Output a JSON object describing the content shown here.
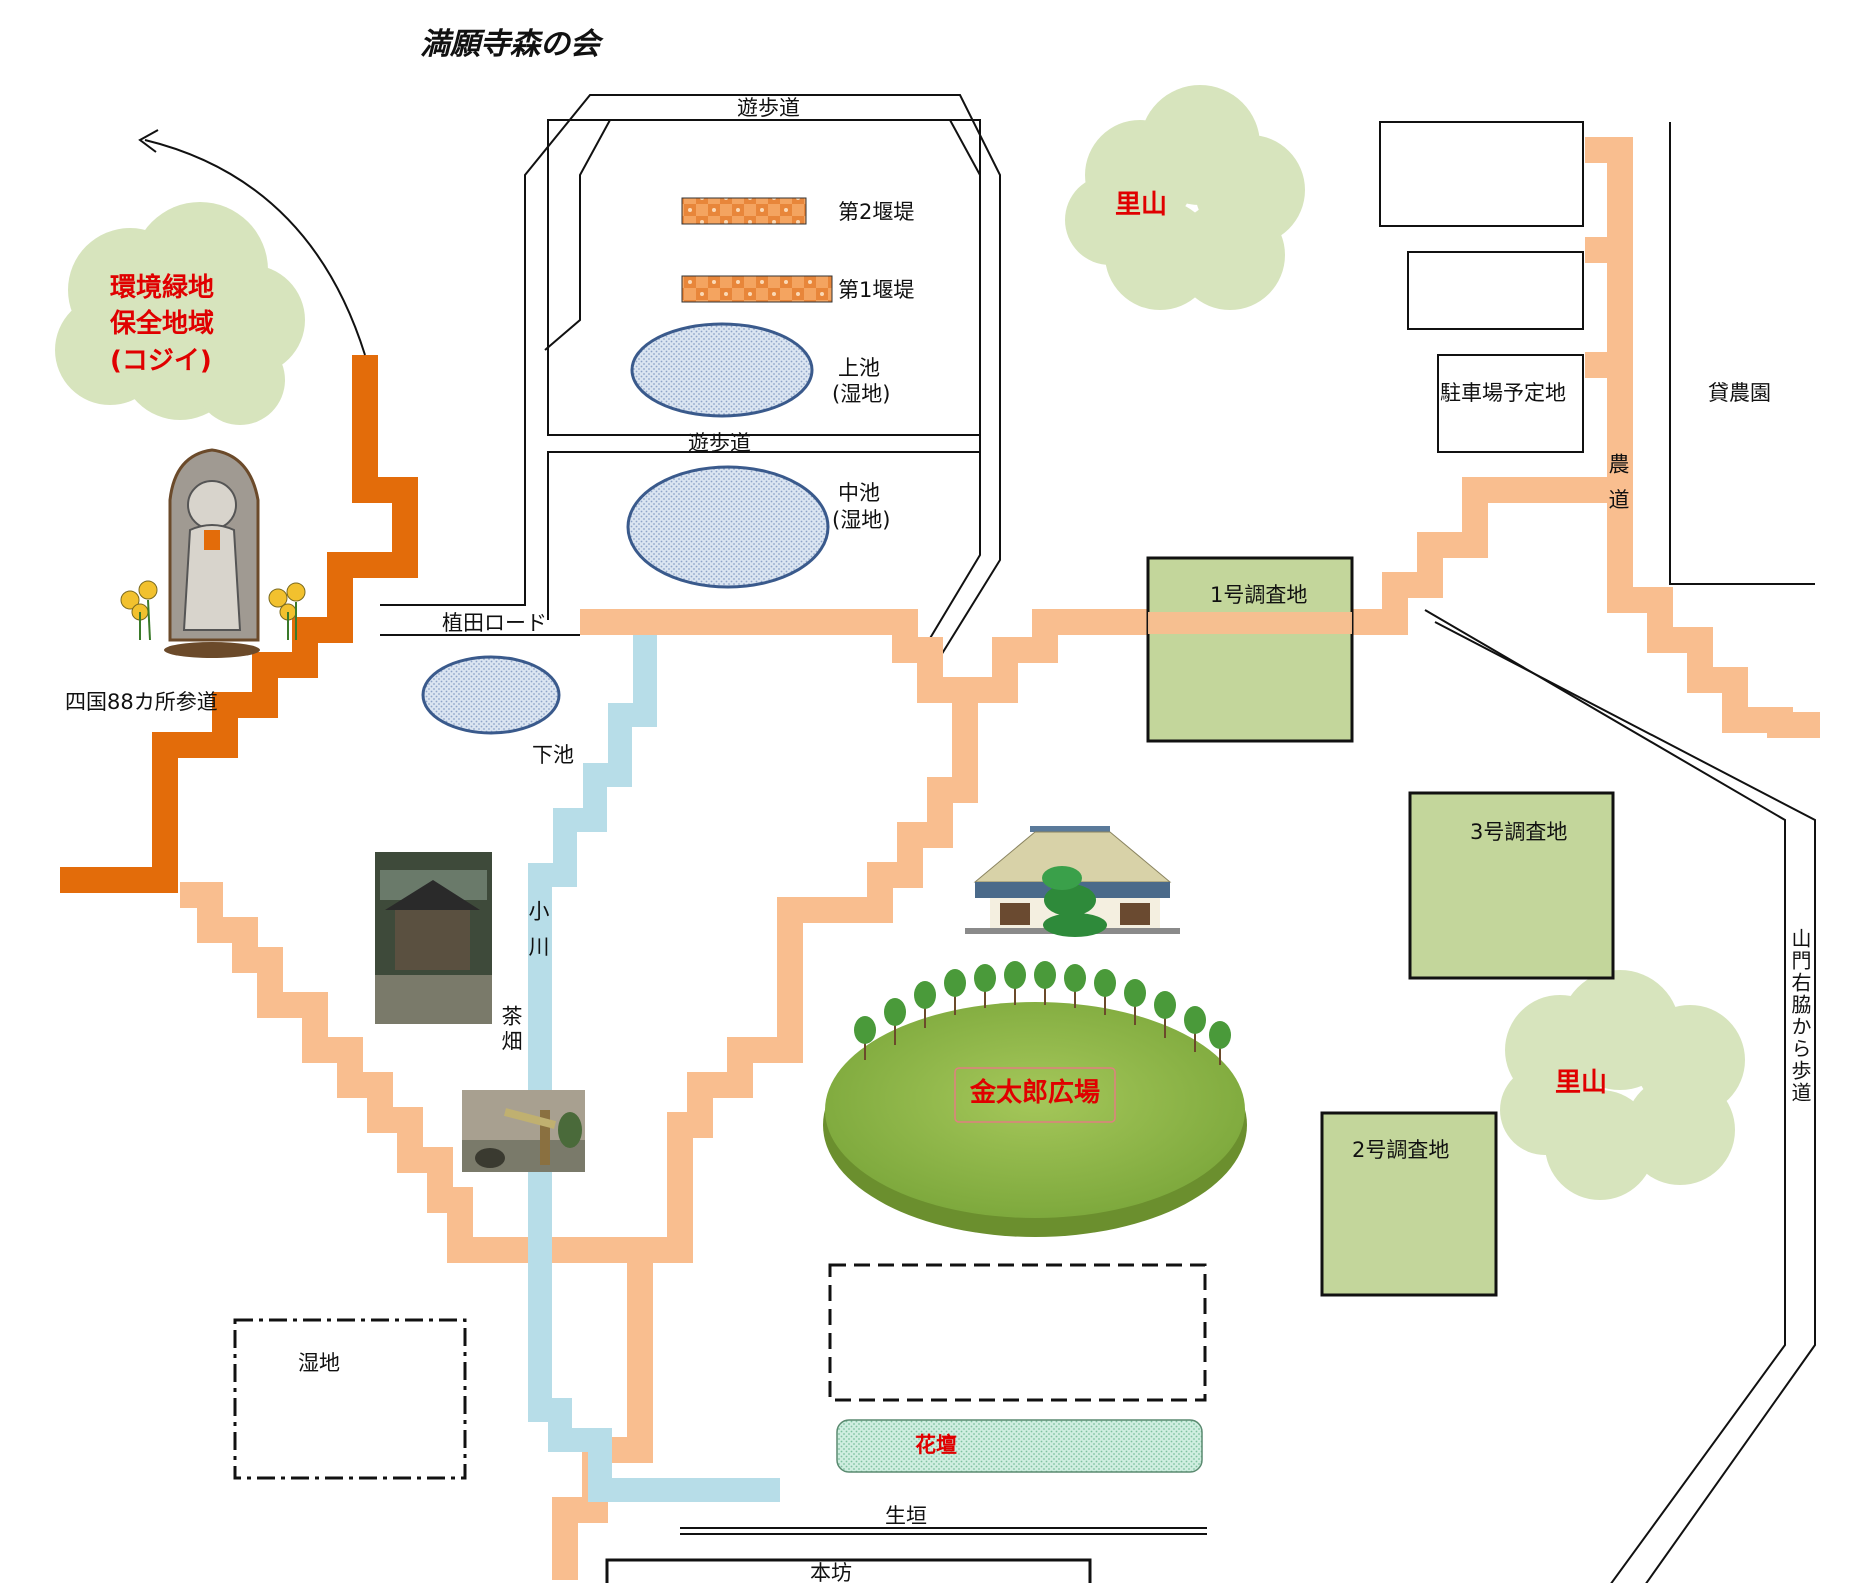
{
  "title": "満願寺森の会",
  "labels": {
    "yuhodo_top": "遊歩道",
    "yuhodo_mid": "遊歩道",
    "dam2": "第2堰堤",
    "dam1": "第1堰堤",
    "kami_ike": "上池",
    "kami_ike_sub": "(湿地)",
    "naka_ike": "中池",
    "naka_ike_sub": "(湿地)",
    "shimo_ike": "下池",
    "ueda_road": "植田ロード",
    "shikoku": "四国88カ所参道",
    "ogawa": "小 川",
    "chabatake": "茶畑",
    "shitchi": "湿地",
    "kintaro": "金太郎広場",
    "kadan": "花壇",
    "ikegaki": "生垣",
    "honbo": "本坊",
    "satoyama_top": "里山",
    "satoyama_bottom": "里山",
    "survey1": "1号調査地",
    "survey2": "2号調査地",
    "survey3": "3号調査地",
    "parking": "駐車場予定地",
    "kashinoen": "貸農園",
    "nodo": "農 道",
    "sanmon": "山門右脇から歩道",
    "green_cloud": [
      "環境緑地",
      "保全地域",
      "(コジイ)"
    ]
  },
  "colors": {
    "path_light": "#f9be8f",
    "path_dark": "#e36c0a",
    "stream": "#b7dde8",
    "cloud": "#d7e4bd",
    "survey": "#c3d69b",
    "pond_fill": "#dbe5f1",
    "pond_edge": "#1f3864",
    "plaza": "#8fb34a",
    "label_red": "#e00000"
  }
}
